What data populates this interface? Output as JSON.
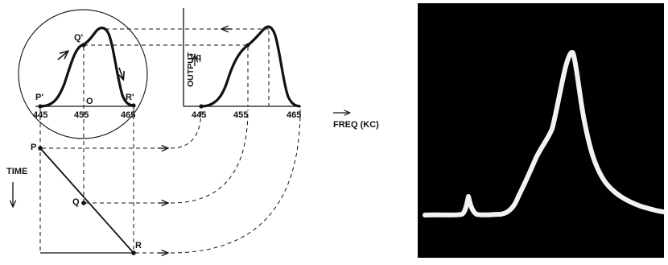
{
  "diagram": {
    "magnified_curve": {
      "points": {
        "p_prime": "P'",
        "q_prime": "Q'",
        "o": "O",
        "r_prime": "R'"
      },
      "ticks": [
        "445",
        "455",
        "465"
      ]
    },
    "response_curve": {
      "y_axis_label": "OUTPUT",
      "vq_label": "Vq",
      "x_axis_label": "FREQ (KC)",
      "ticks": [
        "445",
        "455",
        "465"
      ]
    },
    "sweep": {
      "time_label": "TIME",
      "points": {
        "p": "P",
        "q": "Q",
        "r": "R"
      }
    }
  },
  "oscillogram": {
    "background_color": "#000000",
    "trace_color": "#ffffff"
  }
}
